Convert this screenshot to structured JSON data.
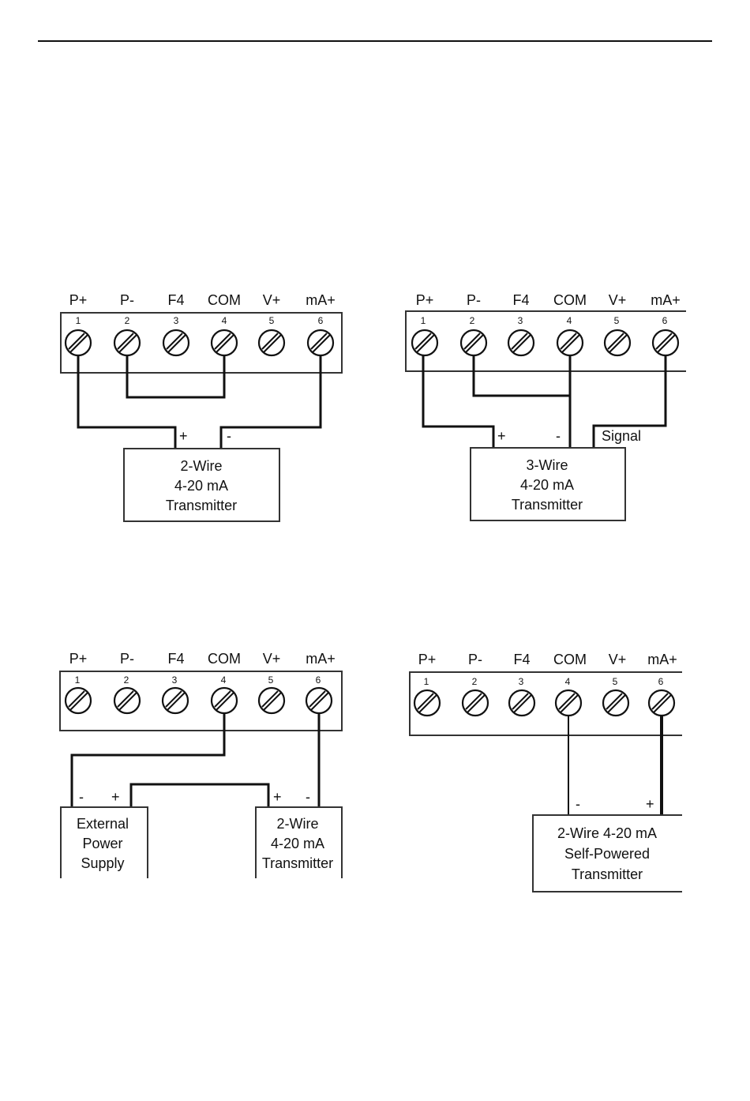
{
  "terminals": [
    {
      "label": "P+",
      "number": "1"
    },
    {
      "label": "P-",
      "number": "2"
    },
    {
      "label": "F4",
      "number": "3"
    },
    {
      "label": "COM",
      "number": "4"
    },
    {
      "label": "V+",
      "number": "5"
    },
    {
      "label": "mA+",
      "number": "6"
    }
  ],
  "diagrams": {
    "d1": {
      "device_lines": [
        "2-Wire",
        "4-20 mA",
        "Transmitter"
      ],
      "polarity": [
        "+",
        "-"
      ]
    },
    "d2": {
      "device_lines": [
        "3-Wire",
        "4-20 mA",
        "Transmitter"
      ],
      "polarity": [
        "+",
        "-"
      ],
      "signal_label": "Signal"
    },
    "d3": {
      "supply_lines": [
        "External",
        "Power",
        "Supply"
      ],
      "supply_polarity": [
        "-",
        "+"
      ],
      "device_lines": [
        "2-Wire",
        "4-20 mA",
        "Transmitter"
      ],
      "device_polarity": [
        "+",
        "-"
      ]
    },
    "d4": {
      "device_lines": [
        "2-Wire 4-20 mA",
        "Self-Powered",
        "Transmitter"
      ],
      "polarity": [
        "-",
        "+"
      ]
    }
  }
}
